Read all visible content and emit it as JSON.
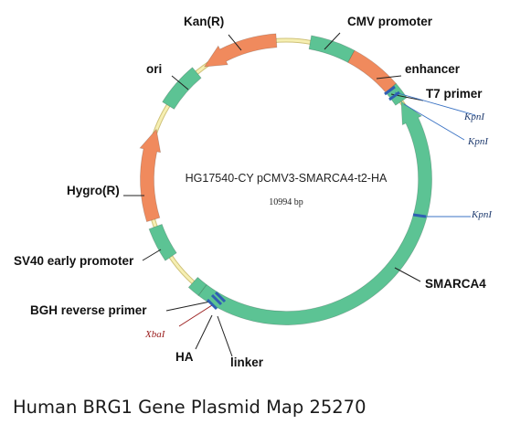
{
  "plasmid": {
    "name": "HG17540-CY pCMV3-SMARCA4-t2-HA",
    "size": "10994 bp"
  },
  "features": {
    "kan": "Kan(R)",
    "cmv": "CMV promoter",
    "enhancer": "enhancer",
    "t7": "T7 primer",
    "ori": "ori",
    "hygro": "Hygro(R)",
    "sv40": "SV40 early promoter",
    "smarca4": "SMARCA4",
    "bgh": "BGH reverse primer",
    "ha": "HA",
    "linker": "linker"
  },
  "sites": {
    "kpn1": "KpnI",
    "kpn2": "KpnI",
    "kpn3": "KpnI",
    "xba": "XbaI"
  },
  "caption": "Human BRG1 Gene Plasmid Map 25270",
  "colors": {
    "backbone": "#f6efb2",
    "backbone_edge": "#cfc27a",
    "green": "#5cc394",
    "orange": "#f08a5d",
    "blue": "#2f5fb3",
    "site_red": "#9a1c1c",
    "site_line": "#3b73c4"
  }
}
